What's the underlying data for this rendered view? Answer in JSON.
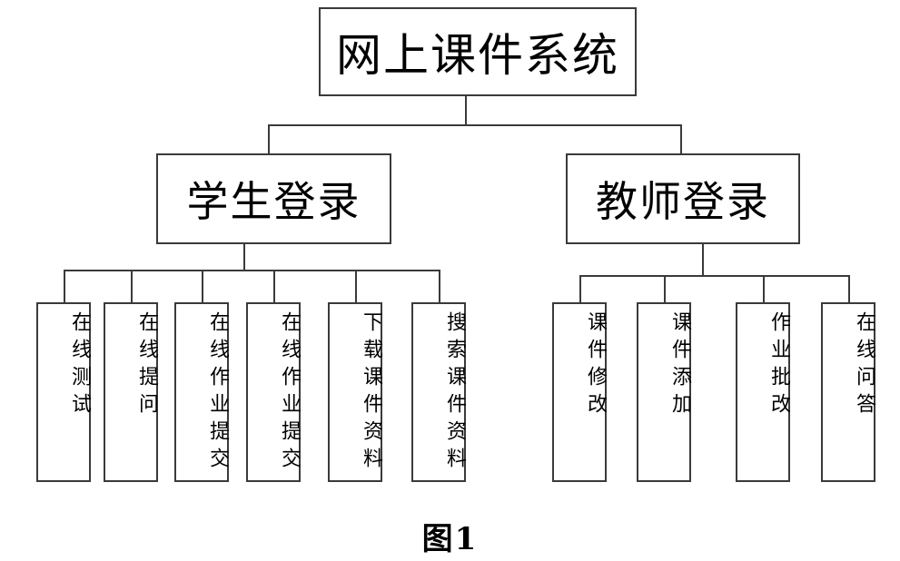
{
  "root": {
    "label": "网上课件系统"
  },
  "student": {
    "label": "学生登录",
    "children": [
      {
        "label": "在线测试"
      },
      {
        "label": "在线提问"
      },
      {
        "label": "在线作业提交"
      },
      {
        "label": "在线作业提交"
      },
      {
        "label": "下载课件资料"
      },
      {
        "label": "搜索课件资料"
      }
    ]
  },
  "teacher": {
    "label": "教师登录",
    "children": [
      {
        "label": "课件修改"
      },
      {
        "label": "课件添加"
      },
      {
        "label": "作业批改"
      },
      {
        "label": "在线问答"
      }
    ]
  },
  "caption": "图1"
}
